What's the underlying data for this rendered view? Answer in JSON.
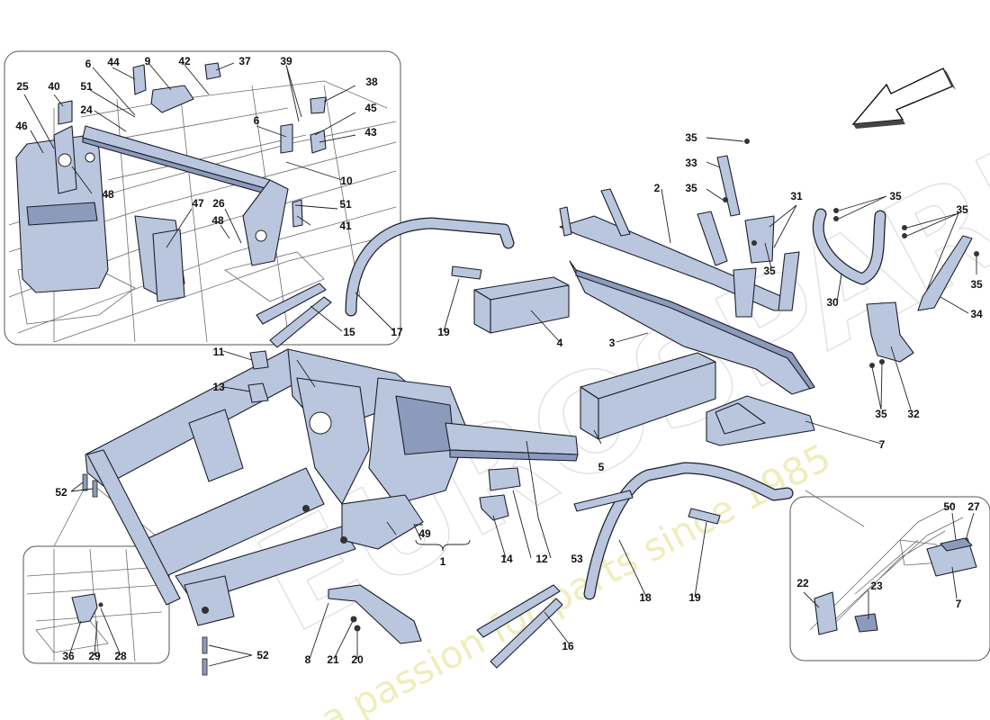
{
  "watermark": {
    "brand": "EUROSPARES",
    "tagline": "a passion for parts since 1985"
  },
  "labels": {
    "1": "1",
    "2": "2",
    "3": "3",
    "4": "4",
    "5": "5",
    "6": "6",
    "7": "7",
    "8": "8",
    "9": "9",
    "10": "10",
    "11": "11",
    "12": "12",
    "13": "13",
    "14": "14",
    "15": "15",
    "16": "16",
    "17": "17",
    "18": "18",
    "19": "19",
    "20": "20",
    "21": "21",
    "22": "22",
    "23": "23",
    "24": "24",
    "25": "25",
    "26": "26",
    "27": "27",
    "28": "28",
    "29": "29",
    "30": "30",
    "31": "31",
    "32": "32",
    "33": "33",
    "34": "34",
    "35": "35",
    "36": "36",
    "37": "37",
    "38": "38",
    "39": "39",
    "40": "40",
    "41": "41",
    "42": "42",
    "43": "43",
    "44": "44",
    "45": "45",
    "46": "46",
    "47": "47",
    "48": "48",
    "49": "49",
    "50": "50",
    "51": "51",
    "52": "52",
    "53": "53"
  },
  "colors": {
    "part_fill": "#b9c6de",
    "part_shade": "#8c9bbb",
    "outline": "#1b1e2a",
    "watermark_yellow": "#e9e9a8"
  },
  "icons": {
    "direction": "arrow-direction-icon"
  }
}
